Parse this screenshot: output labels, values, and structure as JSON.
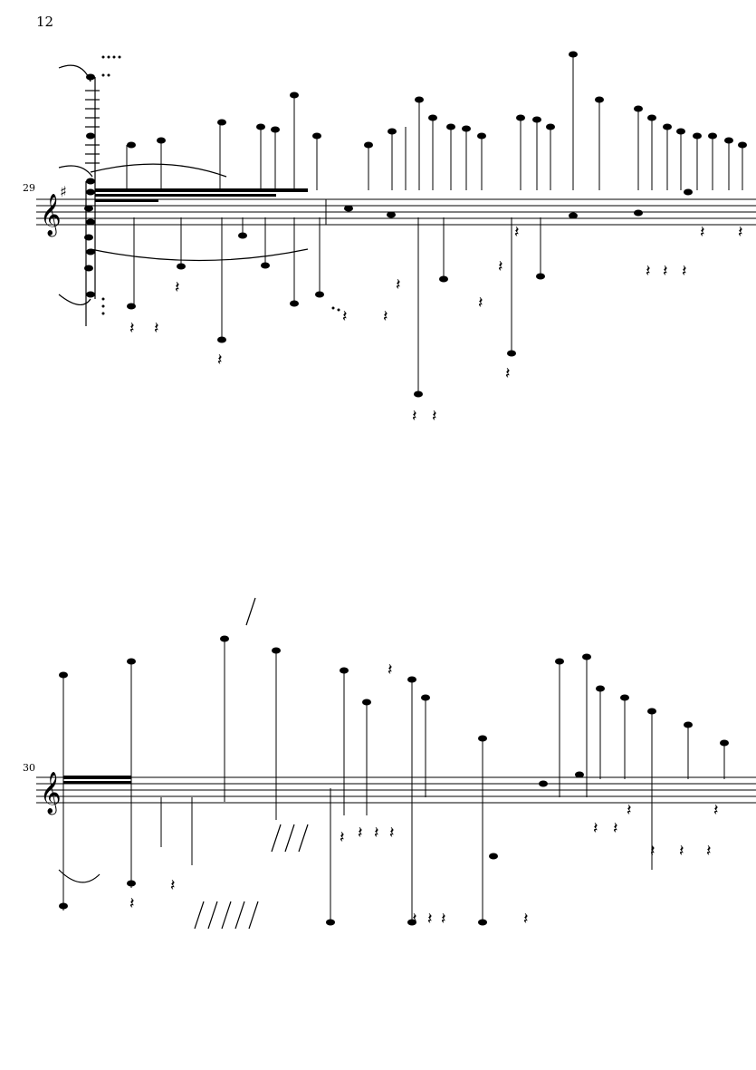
{
  "page": {
    "number": "12"
  },
  "systems": [
    {
      "measure_number": "29",
      "clef": "treble",
      "key": "G major (one sharp)"
    },
    {
      "measure_number": "30",
      "clef": "treble",
      "key": "C major (no accidentals)"
    }
  ],
  "colors": {
    "ink": "#000000",
    "paper": "#ffffff"
  }
}
